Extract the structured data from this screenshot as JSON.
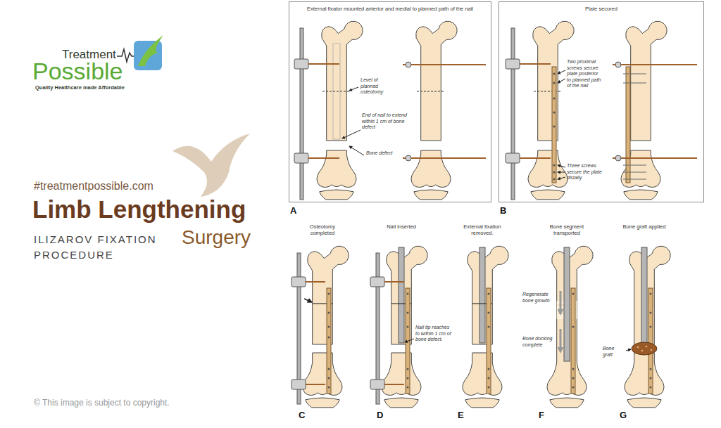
{
  "diagram": {
    "title": "Limb Lengthening",
    "nodes": [
      {
        "text": [
          "External fixator mounted anterior and medial to planned path of the nail"
        ]
      },
      {
        "text": [
          "Plate secured"
        ]
      }
    ],
    "labels": [
      "Treatment",
      "Possible",
      "Quality Healthcare made Affordable",
      "#treatmentpossible.com",
      "Surgery",
      "ILIZAROV FIXATION",
      "PROCEDURE",
      "© This image is subject to copyright.",
      "Level of planned osteotomy",
      "End of nail to extend within 1 cm of bone defect",
      "Bone defect",
      "A",
      "Two proximal screws secure plate posterior to planned path of the nail",
      "Three screws secure the plate distally",
      "B",
      "Osteotomy completed",
      "C",
      "Nail inserted",
      "Nail tip reaches to within 1 cm of bone defect.",
      "D",
      "External fixation removed.",
      "E",
      "Bone segment transported",
      "Regenerate bone growth",
      "Bone docking complete",
      "F",
      "Bone graft applied",
      "Bone graft",
      "G"
    ]
  }
}
